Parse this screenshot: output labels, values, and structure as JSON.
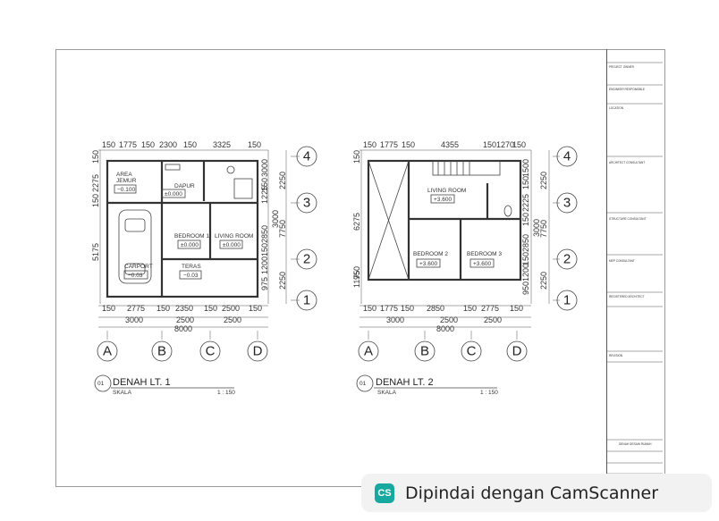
{
  "plan1": {
    "top_dims": [
      "150",
      "1775",
      "150",
      "2300",
      "150",
      "3325",
      "150"
    ],
    "bottom_dims": [
      "150",
      "2775",
      "150",
      "2350",
      "150",
      "2500",
      "150"
    ],
    "bottom_totals": [
      "3000",
      "2500",
      "2500"
    ],
    "overall": "8000",
    "left_dims": [
      "150",
      "2275",
      "150",
      "5175"
    ],
    "right_dims_inner": [
      "3000",
      "150",
      "1225",
      "2850",
      "150",
      "1200",
      "975",
      "150"
    ],
    "right_dims_outer": [
      "2250",
      "7750",
      "3000",
      "2250"
    ],
    "rooms": [
      {
        "name": "AREA\nJEMUR",
        "level": "−0.100"
      },
      {
        "name": "DAPUR",
        "level": "±0.000"
      },
      {
        "name": "BEDROOM 1",
        "level": "±0.000"
      },
      {
        "name": "LIVING ROOM",
        "level": "±0.000"
      },
      {
        "name": "CARPORT",
        "level": "−0.03"
      },
      {
        "name": "TERAS",
        "level": "−0.03"
      }
    ],
    "grid_cols": [
      "A",
      "B",
      "C",
      "D"
    ],
    "grid_rows": [
      "4",
      "3",
      "2",
      "1"
    ],
    "title_num": "01",
    "title": "DENAH  LT. 1",
    "scale_label": "SKALA",
    "scale": "1 : 150"
  },
  "plan2": {
    "top_dims": [
      "150",
      "1775",
      "150",
      "4355",
      "150",
      "1270",
      "150"
    ],
    "bottom_dims": [
      "150",
      "1775",
      "150",
      "2850",
      "150",
      "2775",
      "150"
    ],
    "bottom_totals": [
      "3000",
      "2500",
      "2500"
    ],
    "overall": "8000",
    "left_dims": [
      "150",
      "6275",
      "1175",
      "950"
    ],
    "right_dims_inner": [
      "1500",
      "150",
      "2225",
      "150",
      "2850",
      "150",
      "1200",
      "950"
    ],
    "right_dims_outer": [
      "2250",
      "3000",
      "7750",
      "2250"
    ],
    "rooms": [
      {
        "name": "LIVING ROOM",
        "level": "+3.600"
      },
      {
        "name": "BEDROOM 2",
        "level": "+3.600"
      },
      {
        "name": "BEDROOM 3",
        "level": "+3.600"
      }
    ],
    "grid_cols": [
      "A",
      "B",
      "C",
      "D"
    ],
    "grid_rows": [
      "4",
      "3",
      "2",
      "1"
    ],
    "title_num": "01",
    "title": "DENAH  LT. 2",
    "scale_label": "SKALA",
    "scale": "1 : 150"
  },
  "title_block": {
    "project_owner": "PROJECT OWNER",
    "engineer": "ENGINEER RESPONSIBLE",
    "location": "LOCATION",
    "architect": "ARCHITECT CONSULTANT",
    "structure": "STRUCTURE CONSULTANT",
    "mep": "MEP CONSULTANT",
    "registered": "REGISTERED ARCHITECT",
    "revision": "REVISION",
    "drawing_title": "DENAH DESAIN RUMAH"
  },
  "watermark": {
    "logo": "CS",
    "text": "Dipindai dengan CamScanner"
  }
}
